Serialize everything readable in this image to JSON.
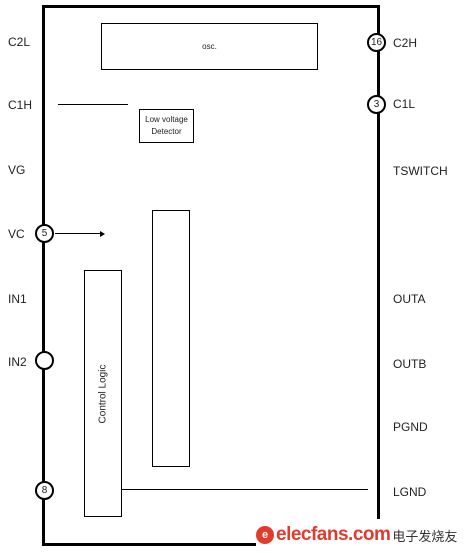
{
  "left_pins": [
    {
      "name": "C2L"
    },
    {
      "name": "C1H"
    },
    {
      "name": "VG"
    },
    {
      "name": "VC",
      "number": "5"
    },
    {
      "name": "IN1"
    },
    {
      "name": "IN2"
    },
    {
      "number": "8"
    }
  ],
  "right_pins": [
    {
      "name": "C2H",
      "number": "16"
    },
    {
      "name": "C1L",
      "number": "3"
    },
    {
      "name": "TSWITCH"
    },
    {
      "name": "OUTA"
    },
    {
      "name": "OUTB"
    },
    {
      "name": "PGND"
    },
    {
      "name": "LGND"
    }
  ],
  "blocks": {
    "osc": "osc.",
    "lvd_line1": "Low voltage",
    "lvd_line2": "Detector",
    "control_logic": "Control Logic"
  },
  "watermark": {
    "text": "elecfans.com",
    "logo": "e",
    "cn": "电子发烧友",
    "color": "#e23b2e"
  }
}
